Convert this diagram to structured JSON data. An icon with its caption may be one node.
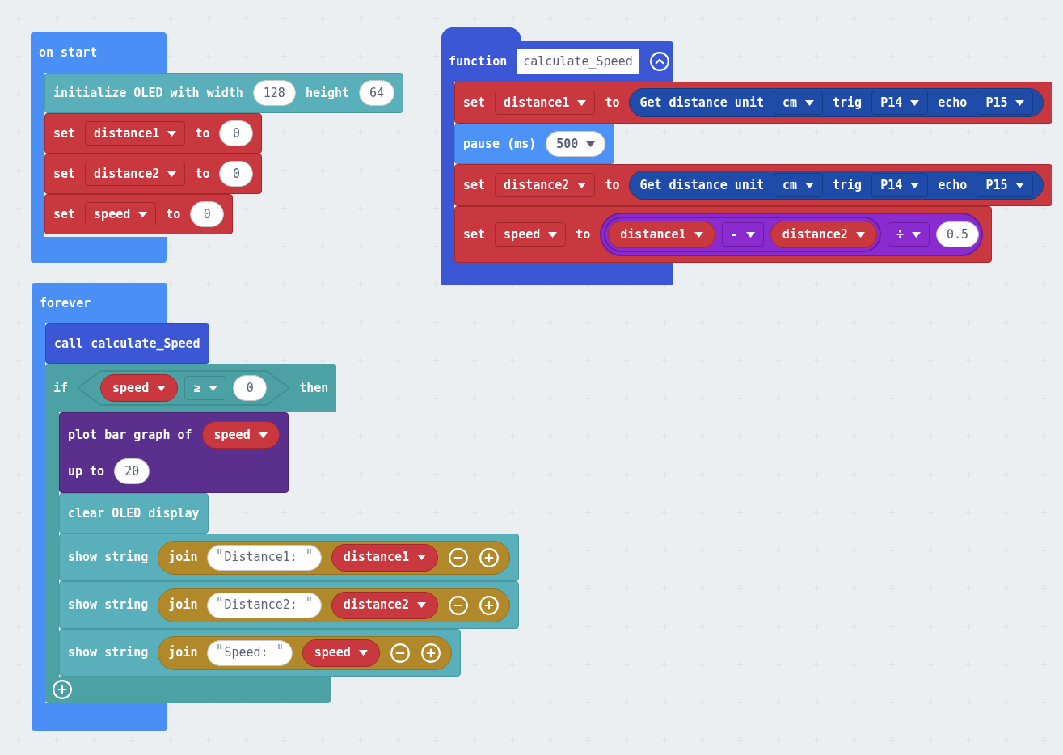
{
  "diagram": {
    "nodes": [
      {
        "text": [
          "on start"
        ]
      },
      {
        "text": [
          "initialize OLED with width",
          "height"
        ]
      },
      {
        "text": [
          "128"
        ],
        "in": 1
      },
      {
        "text": [
          "64"
        ],
        "in": 1
      },
      {
        "text": [
          "set",
          "to"
        ]
      },
      {
        "text": [
          "distance1"
        ],
        "in": 4
      },
      {
        "text": [
          "0"
        ],
        "in": 4
      },
      {
        "text": [
          "set",
          "to"
        ]
      },
      {
        "text": [
          "distance2"
        ],
        "in": 7
      },
      {
        "text": [
          "0"
        ],
        "in": 7
      },
      {
        "text": [
          "set",
          "to"
        ]
      },
      {
        "text": [
          "speed"
        ],
        "in": 10
      },
      {
        "text": [
          "0"
        ],
        "in": 10
      },
      {
        "text": [
          "function"
        ]
      },
      {
        "text": [
          "calculate_Speed"
        ],
        "in": 13
      },
      {
        "text": [
          "set",
          "to"
        ]
      },
      {
        "text": [
          "distance1"
        ],
        "in": 15
      },
      {
        "text": [
          "Get distance unit",
          "trig",
          "echo"
        ],
        "in": 15
      },
      {
        "text": [
          "cm"
        ],
        "in": 17
      },
      {
        "text": [
          "P14"
        ],
        "in": 17
      },
      {
        "text": [
          "P15"
        ],
        "in": 17
      },
      {
        "text": [
          "pause (ms)"
        ]
      },
      {
        "text": [
          "500"
        ],
        "in": 21
      },
      {
        "text": [
          "set",
          "to"
        ]
      },
      {
        "text": [
          "distance2"
        ],
        "in": 23
      },
      {
        "text": [
          "Get distance unit",
          "trig",
          "echo"
        ],
        "in": 23
      },
      {
        "text": [
          "cm"
        ],
        "in": 25
      },
      {
        "text": [
          "P14"
        ],
        "in": 25
      },
      {
        "text": [
          "P15"
        ],
        "in": 25
      },
      {
        "text": [
          "set",
          "to"
        ]
      },
      {
        "text": [
          "speed"
        ],
        "in": 29
      },
      {
        "text": [],
        "shape": "pill",
        "in": 29
      },
      {
        "text": [],
        "shape": "pill",
        "in": 31
      },
      {
        "text": [
          "distance1"
        ],
        "in": 32
      },
      {
        "text": [
          "-"
        ],
        "in": 32
      },
      {
        "text": [
          "distance2"
        ],
        "in": 32
      },
      {
        "text": [
          "÷"
        ],
        "in": 31
      },
      {
        "text": [
          "0.5"
        ],
        "in": 31
      },
      {
        "text": [
          "forever"
        ]
      },
      {
        "text": [
          "call calculate_Speed"
        ]
      },
      {
        "text": [
          "if",
          "then"
        ]
      },
      {
        "text": [],
        "shape": "hexagon",
        "in": 40
      },
      {
        "text": [
          "speed"
        ],
        "in": 41
      },
      {
        "text": [
          "≥"
        ],
        "in": 41
      },
      {
        "text": [
          "0"
        ],
        "in": 41
      },
      {
        "text": [
          "plot bar graph of",
          "up to"
        ],
        "in": 40
      },
      {
        "text": [
          "speed"
        ],
        "in": 45
      },
      {
        "text": [
          "20"
        ],
        "in": 45
      },
      {
        "text": [
          "clear OLED display"
        ],
        "in": 40
      },
      {
        "text": [
          "show string"
        ]
      },
      {
        "text": [
          "join"
        ],
        "in": 49
      },
      {
        "text": [
          "Distance1: "
        ],
        "in": 50
      },
      {
        "text": [
          "distance1"
        ],
        "in": 50
      },
      {
        "text": [
          "show string"
        ]
      },
      {
        "text": [
          "join"
        ],
        "in": 53
      },
      {
        "text": [
          "Distance2: "
        ],
        "in": 54
      },
      {
        "text": [
          "distance2"
        ],
        "in": 54
      },
      {
        "text": [
          "show string"
        ]
      },
      {
        "text": [
          "join"
        ],
        "in": 57
      },
      {
        "text": [
          "Speed: "
        ],
        "in": 58
      },
      {
        "text": [
          "speed"
        ],
        "in": 58
      }
    ]
  }
}
